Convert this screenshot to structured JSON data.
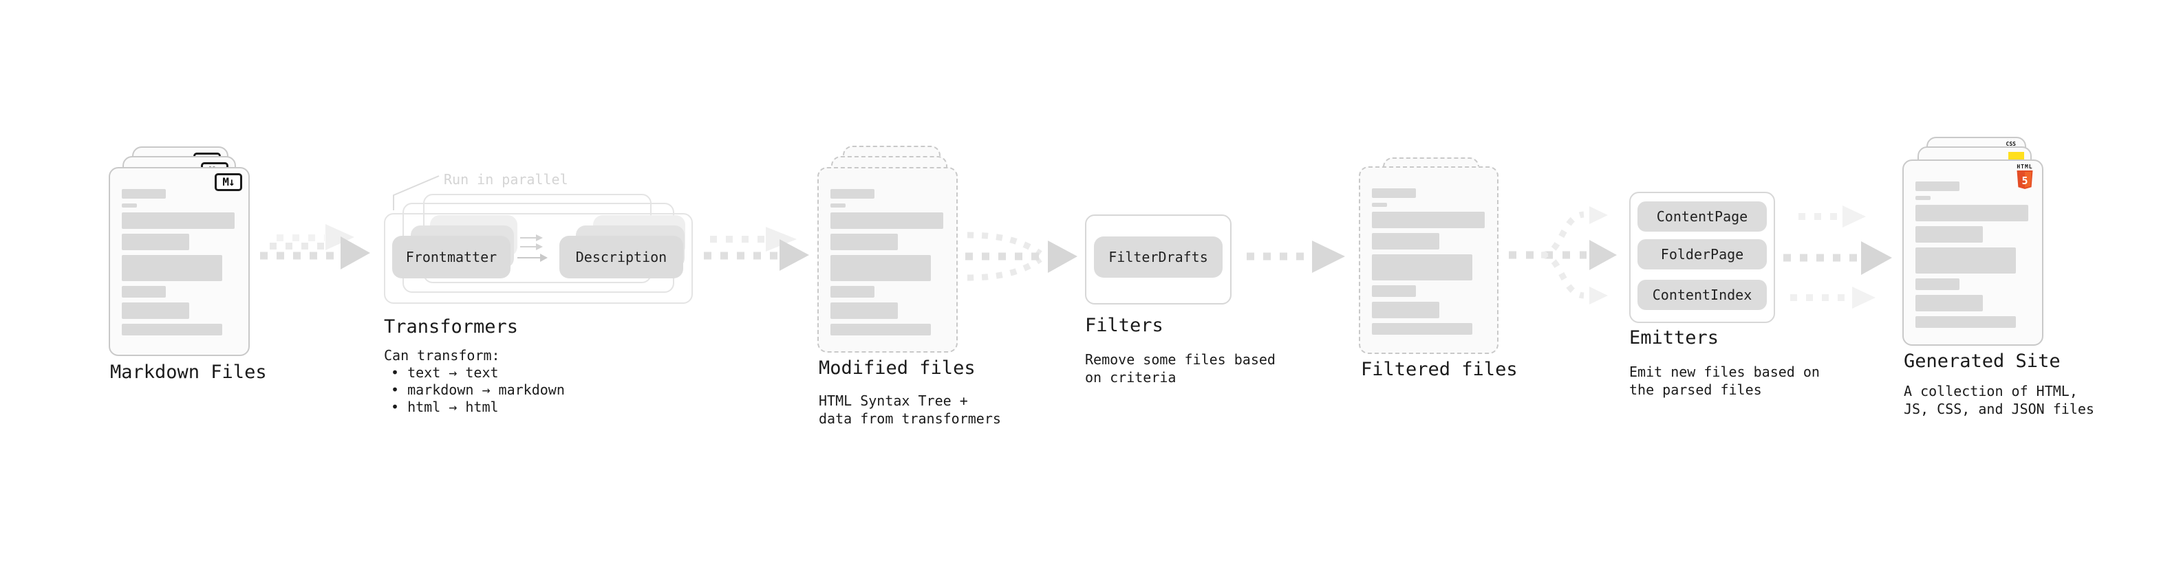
{
  "diagram": {
    "markdown_files": {
      "title": "Markdown Files",
      "badge": "M↓"
    },
    "transformers": {
      "title": "Transformers",
      "note": "Run in parallel",
      "pill_left": "Frontmatter",
      "pill_right": "Description",
      "body_title": "Can transform:",
      "bullets": [
        "text → text",
        "markdown → markdown",
        "html → html"
      ]
    },
    "modified_files": {
      "title": "Modified files",
      "subtitle": [
        "HTML Syntax Tree +",
        "data from transformers"
      ]
    },
    "filters": {
      "title": "Filters",
      "pill": "FilterDrafts",
      "subtitle": [
        "Remove some files based",
        "on criteria"
      ]
    },
    "filtered_files": {
      "title": "Filtered files"
    },
    "emitters": {
      "title": "Emitters",
      "pills": [
        "ContentPage",
        "FolderPage",
        "ContentIndex"
      ],
      "subtitle": [
        "Emit new files based on",
        "the parsed files"
      ]
    },
    "generated_site": {
      "title": "Generated Site",
      "subtitle": [
        "A collection of HTML,",
        "JS, CSS, and JSON files"
      ],
      "badges": {
        "html_word": "HTML",
        "html_five": "5",
        "css": "CSS"
      }
    }
  },
  "colors": {
    "html5_dark": "#e44d26",
    "html5_light": "#f16529",
    "js_yellow": "#ffdf1e",
    "css_blue": "#2862e9",
    "arrow_dark": "#d6d6d6",
    "arrow_light": "#f0f0f0",
    "pill_gray": "#dcdcdc",
    "muted_text": "#d4d4d4"
  }
}
